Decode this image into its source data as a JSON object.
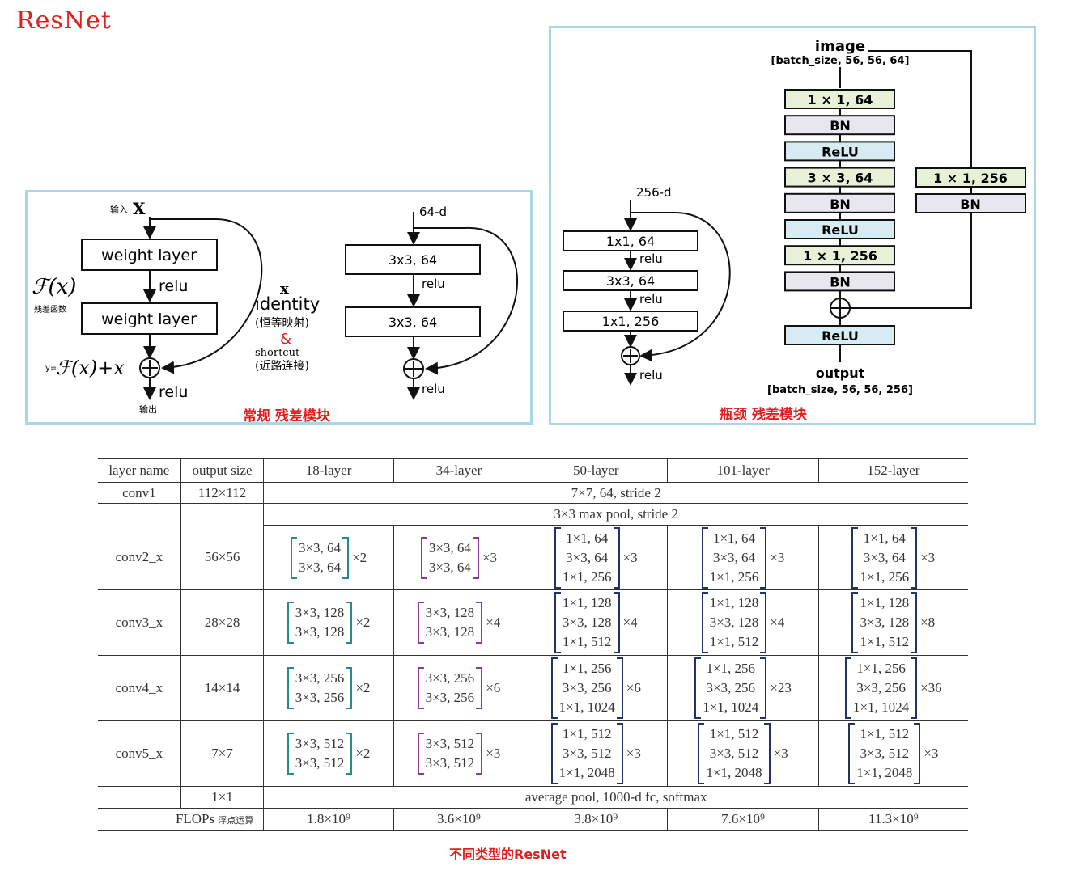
{
  "title": "ResNet",
  "regular_block": {
    "caption": "常规 残差模块",
    "input_label": "输入",
    "x_symbol": "X",
    "weight_layer_1": "weight layer",
    "weight_layer_2": "weight layer",
    "relu_mid": "relu",
    "relu_out": "relu",
    "F_label": "ℱ(x)",
    "F_caption": "残差函数",
    "sum_label": "ℱ(x)+x",
    "y_prefix": "y=",
    "output_label": "输出",
    "identity_x": "x",
    "identity": "identity",
    "identity_cn": "(恒等映射)",
    "amp": "&",
    "shortcut": "shortcut",
    "shortcut_cn": "(近路连接)",
    "right_input": "64-d",
    "right_box_1": "3x3, 64",
    "right_box_2": "3x3, 64",
    "right_relu_mid": "relu",
    "right_relu_out": "relu"
  },
  "bottleneck_block": {
    "caption": "瓶颈 残差模块",
    "left_input": "256-d",
    "left_box_1": "1x1, 64",
    "left_box_2": "3x3, 64",
    "left_box_3": "1x1, 256",
    "left_relu_1": "relu",
    "left_relu_2": "relu",
    "left_relu_out": "relu",
    "image_label": "image",
    "image_shape": "[batch_size, 56, 56, 64]",
    "main_layers": [
      "1 × 1, 64",
      "BN",
      "ReLU",
      "3 × 3, 64",
      "BN",
      "ReLU",
      "1 × 1, 256",
      "BN"
    ],
    "after_sum": "ReLU",
    "shortcut_layers": [
      "1 × 1, 256",
      "BN"
    ],
    "output_label": "output",
    "output_shape": "[batch_size, 56, 56, 256]",
    "colors": {
      "conv": "#e8f0d8",
      "bn": "#e8e6ef",
      "relu": "#d6ecf2"
    }
  },
  "table": {
    "caption": "不同类型的ResNet",
    "headers": [
      "layer name",
      "output size",
      "18-layer",
      "34-layer",
      "50-layer",
      "101-layer",
      "152-layer"
    ],
    "conv1": {
      "name": "conv1",
      "size": "112×112",
      "desc": "7×7, 64, stride 2"
    },
    "pool_row": "3×3 max pool, stride 2",
    "rows": [
      {
        "name": "conv2_x",
        "size": "56×56",
        "cells": [
          {
            "lines": [
              "3×3, 64",
              "3×3, 64"
            ],
            "mult": "×2"
          },
          {
            "lines": [
              "3×3, 64",
              "3×3, 64"
            ],
            "mult": "×3"
          },
          {
            "lines": [
              "1×1, 64",
              "3×3, 64",
              "1×1, 256"
            ],
            "mult": "×3"
          },
          {
            "lines": [
              "1×1, 64",
              "3×3, 64",
              "1×1, 256"
            ],
            "mult": "×3"
          },
          {
            "lines": [
              "1×1, 64",
              "3×3, 64",
              "1×1, 256"
            ],
            "mult": "×3"
          }
        ]
      },
      {
        "name": "conv3_x",
        "size": "28×28",
        "cells": [
          {
            "lines": [
              "3×3, 128",
              "3×3, 128"
            ],
            "mult": "×2"
          },
          {
            "lines": [
              "3×3, 128",
              "3×3, 128"
            ],
            "mult": "×4"
          },
          {
            "lines": [
              "1×1, 128",
              "3×3, 128",
              "1×1, 512"
            ],
            "mult": "×4"
          },
          {
            "lines": [
              "1×1, 128",
              "3×3, 128",
              "1×1, 512"
            ],
            "mult": "×4"
          },
          {
            "lines": [
              "1×1, 128",
              "3×3, 128",
              "1×1, 512"
            ],
            "mult": "×8"
          }
        ]
      },
      {
        "name": "conv4_x",
        "size": "14×14",
        "cells": [
          {
            "lines": [
              "3×3, 256",
              "3×3, 256"
            ],
            "mult": "×2"
          },
          {
            "lines": [
              "3×3, 256",
              "3×3, 256"
            ],
            "mult": "×6"
          },
          {
            "lines": [
              "1×1, 256",
              "3×3, 256",
              "1×1, 1024"
            ],
            "mult": "×6"
          },
          {
            "lines": [
              "1×1, 256",
              "3×3, 256",
              "1×1, 1024"
            ],
            "mult": "×23"
          },
          {
            "lines": [
              "1×1, 256",
              "3×3, 256",
              "1×1, 1024"
            ],
            "mult": "×36"
          }
        ]
      },
      {
        "name": "conv5_x",
        "size": "7×7",
        "cells": [
          {
            "lines": [
              "3×3, 512",
              "3×3, 512"
            ],
            "mult": "×2"
          },
          {
            "lines": [
              "3×3, 512",
              "3×3, 512"
            ],
            "mult": "×3"
          },
          {
            "lines": [
              "1×1, 512",
              "3×3, 512",
              "1×1, 2048"
            ],
            "mult": "×3"
          },
          {
            "lines": [
              "1×1, 512",
              "3×3, 512",
              "1×1, 2048"
            ],
            "mult": "×3"
          },
          {
            "lines": [
              "1×1, 512",
              "3×3, 512",
              "1×1, 2048"
            ],
            "mult": "×3"
          }
        ]
      }
    ],
    "final_row": {
      "size": "1×1",
      "desc": "average pool, 1000-d fc, softmax"
    },
    "flops": {
      "label": "FLOPs",
      "label_cn": "浮点运算",
      "values": [
        "1.8×10⁹",
        "3.6×10⁹",
        "3.8×10⁹",
        "7.6×10⁹",
        "11.3×10⁹"
      ]
    }
  }
}
